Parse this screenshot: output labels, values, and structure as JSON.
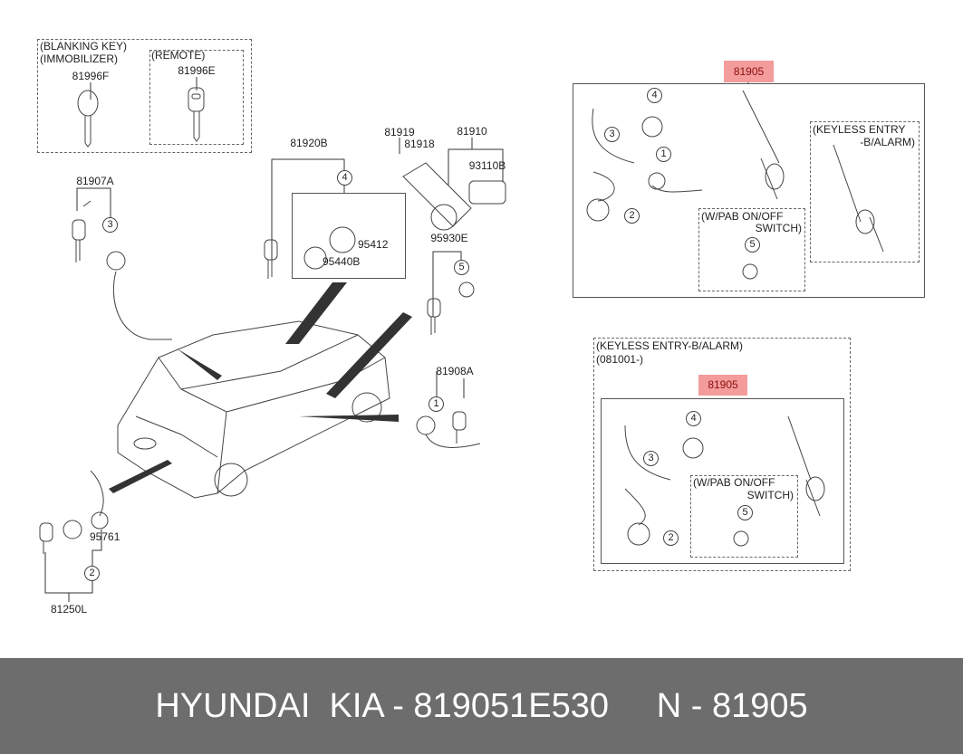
{
  "blanking": {
    "line1": "(BLANKING KEY)",
    "line2": "(IMMOBILIZER)",
    "part": "81996F"
  },
  "remote": {
    "label": "(REMOTE)",
    "part": "81996E"
  },
  "parts": {
    "p81907A": "81907A",
    "p81920B": "81920B",
    "p95412": "95412",
    "p95440B": "95440B",
    "p81919": "81919",
    "p81918": "81918",
    "p81910": "81910",
    "p93110B": "93110B",
    "p95930E": "95930E",
    "p81908A": "81908A",
    "p95761": "95761",
    "p81250L": "81250L"
  },
  "callouts": [
    "1",
    "2",
    "3",
    "4",
    "5"
  ],
  "kit_top": {
    "part": "81905",
    "pab1": "(W/PAB ON/OFF",
    "pab2": "SWITCH)",
    "ke1": "(KEYLESS ENTRY",
    "ke2": "-B/ALARM)"
  },
  "kit_bottom": {
    "title1": "(KEYLESS ENTRY-B/ALARM)",
    "title2": "(081001-)",
    "part": "81905",
    "pab1": "(W/PAB ON/OFF",
    "pab2": "SWITCH)"
  },
  "footer": {
    "text": "HYUNDAI  KIA - 819051E530     N - 81905"
  },
  "colors": {
    "highlight": "#f49b9b",
    "footer_bg": "#6d6d6d"
  }
}
